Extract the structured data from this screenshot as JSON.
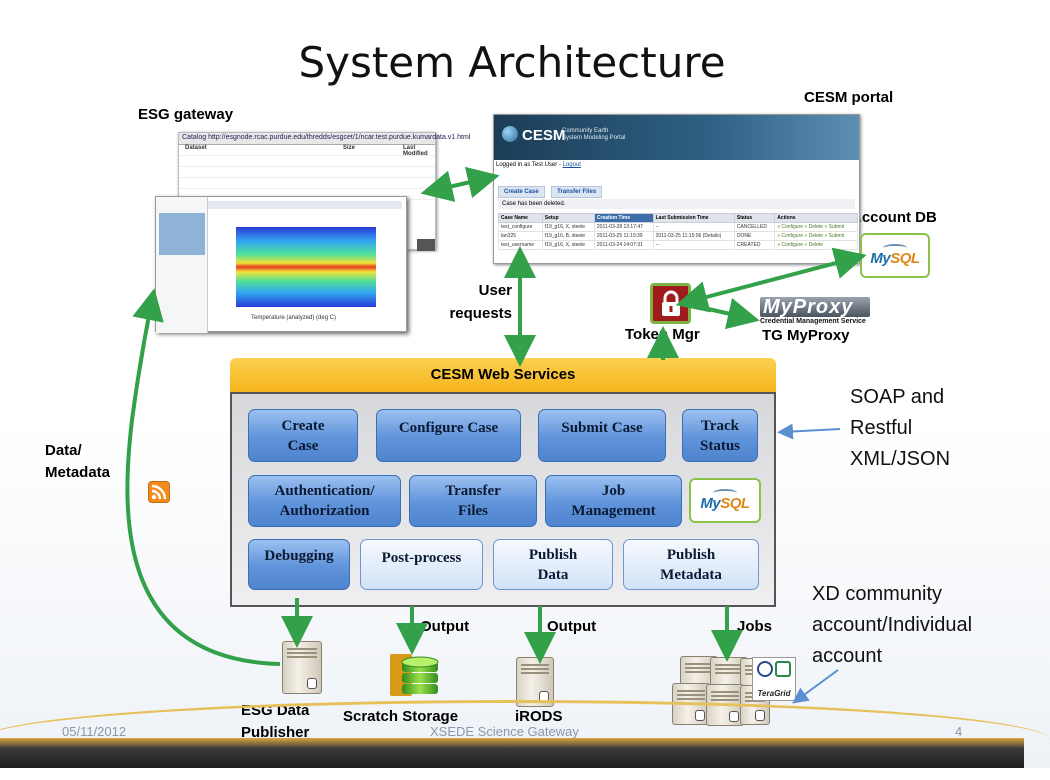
{
  "title": "System Architecture",
  "labels": {
    "esg_gateway": "ESG gateway",
    "cesm_portal": "CESM portal",
    "account_db": "Account DB",
    "user_requests": [
      "User",
      "requests"
    ],
    "token_mgr": "Token Mgr",
    "tg_myproxy": "TG MyProxy",
    "data_metadata": [
      "Data/",
      "Metadata"
    ],
    "soap": [
      "SOAP and",
      "Restful",
      "XML/JSON"
    ],
    "xd_account": [
      "XD community",
      "account/Individual",
      "account"
    ],
    "output_1": "Output",
    "output_2": "Output",
    "jobs": "Jobs",
    "esg_data_publisher": [
      "ESG Data",
      "Publisher"
    ],
    "scratch_storage": "Scratch Storage",
    "irods": "iRODS"
  },
  "web_services": {
    "header": "CESM Web Services",
    "services": {
      "create_case": [
        "Create",
        "Case"
      ],
      "configure_case": "Configure Case",
      "submit_case": "Submit Case",
      "track_status": [
        "Track",
        "Status"
      ],
      "auth": [
        "Authentication/",
        "Authorization"
      ],
      "transfer_files": [
        "Transfer",
        "Files"
      ],
      "job_mgmt": [
        "Job",
        "Management"
      ],
      "debugging": "Debugging",
      "post_process": "Post-process",
      "publish_data": [
        "Publish",
        "Data"
      ],
      "publish_metadata": [
        "Publish",
        "Metadata"
      ]
    }
  },
  "logos": {
    "mysql_my": "My",
    "mysql_sql": "SQL",
    "myproxy": "MyProxy",
    "myproxy_sub": "Credential Management Service",
    "teragrid": "TeraGrid"
  },
  "esg_screenshot": {
    "catalog": "Catalog http://esgnode.rcac.purdue.edu/thredds/esgcet/1/ncar.test.purdue.kumardata.v1.html",
    "col_dataset": "Dataset",
    "col_size": "Size",
    "col_modified": "Last Modified",
    "plot_caption": "Temperature (analyzed) (deg C)"
  },
  "cesm_screenshot": {
    "logo": "CESM",
    "subtitle": [
      "Community Earth",
      "System Modeling Portal"
    ],
    "login": "Logged in as Test User - ",
    "logout": "Logout",
    "tabs": [
      "Create Case",
      "Transfer Files"
    ],
    "notice": "Case has been deleted.",
    "columns": [
      "Case Name",
      "Setup",
      "Creation Time",
      "Last Submission Time",
      "Status",
      "Actions"
    ],
    "rows": [
      [
        "test_configure",
        "f19_g16, X, steele",
        "2011-03-28 13:17:47",
        "--",
        "CANCELLED",
        "» Configure » Delete » Submit"
      ],
      [
        "lan325",
        "f19_g16, B, steele",
        "2011-03-25 11:10:39",
        "2011-03-25 11:15:06 (Details)",
        "DONE",
        "» Configure » Delete » Submit"
      ],
      [
        "test_username",
        "f19_g16, X, steele",
        "2011-03-24 14:07:31",
        "--",
        "CREATED",
        "» Configure » Delete"
      ]
    ]
  },
  "footer": {
    "date": "05/11/2012",
    "center": "XSEDE Science Gateway",
    "page": "4"
  },
  "colors": {
    "arrow_green": "#33a04a",
    "arrow_blue": "#5b8fd0",
    "header_gold": "#f6b41c",
    "service_blue": "#5f93da"
  }
}
